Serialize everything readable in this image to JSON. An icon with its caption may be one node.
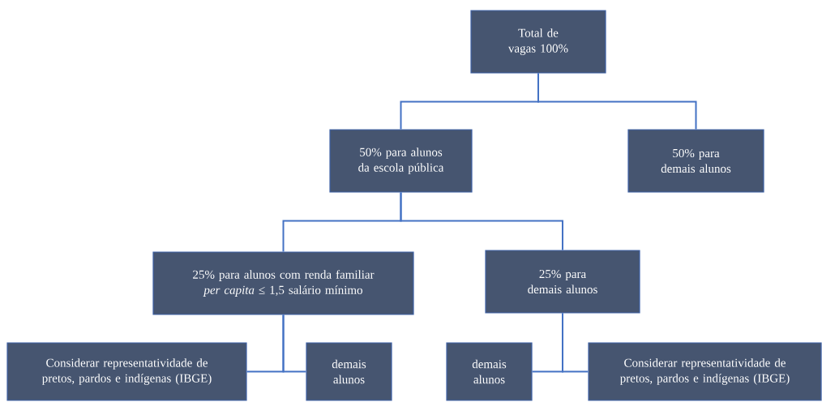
{
  "diagram": {
    "nodes": [
      {
        "text": [
          "Total de vagas 100%"
        ]
      },
      {
        "text": [
          "50% para alunos da escola pública"
        ]
      },
      {
        "text": [
          "50% para demais alunos"
        ]
      },
      {
        "text": [
          "25% para alunos com renda familiar *per capita* ≤ 1,5 salário mínimo"
        ]
      },
      {
        "text": [
          "25% para demais alunos"
        ]
      },
      {
        "text": [
          "Considerar representatividade de pretos, pardos e indígenas (IBGE)"
        ]
      },
      {
        "text": [
          "demais alunos"
        ]
      },
      {
        "text": [
          "demais alunos"
        ]
      },
      {
        "text": [
          "Considerar representatividade de pretos, pardos e indígenas (IBGE)"
        ]
      }
    ],
    "edges": [
      {
        "from": 0,
        "to": 1,
        "arrow": "none"
      },
      {
        "from": 0,
        "to": 2,
        "arrow": "none"
      },
      {
        "from": 1,
        "to": 3,
        "arrow": "none"
      },
      {
        "from": 1,
        "to": 4,
        "arrow": "none"
      },
      {
        "from": 3,
        "to": 5,
        "arrow": "none"
      },
      {
        "from": 3,
        "to": 6,
        "arrow": "none"
      },
      {
        "from": 4,
        "to": 7,
        "arrow": "none"
      },
      {
        "from": 4,
        "to": 8,
        "arrow": "none"
      }
    ]
  }
}
